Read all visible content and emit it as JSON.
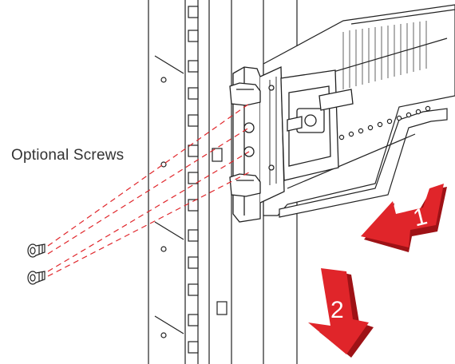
{
  "diagram": {
    "callout_label": "Optional Screws",
    "step_one": "1",
    "step_two": "2"
  },
  "colors": {
    "arrow_red": "#e0252a",
    "arrow_shadow": "#9e1216",
    "guide_line": "#e0252a",
    "line_art": "#222222",
    "background": "#ffffff"
  }
}
